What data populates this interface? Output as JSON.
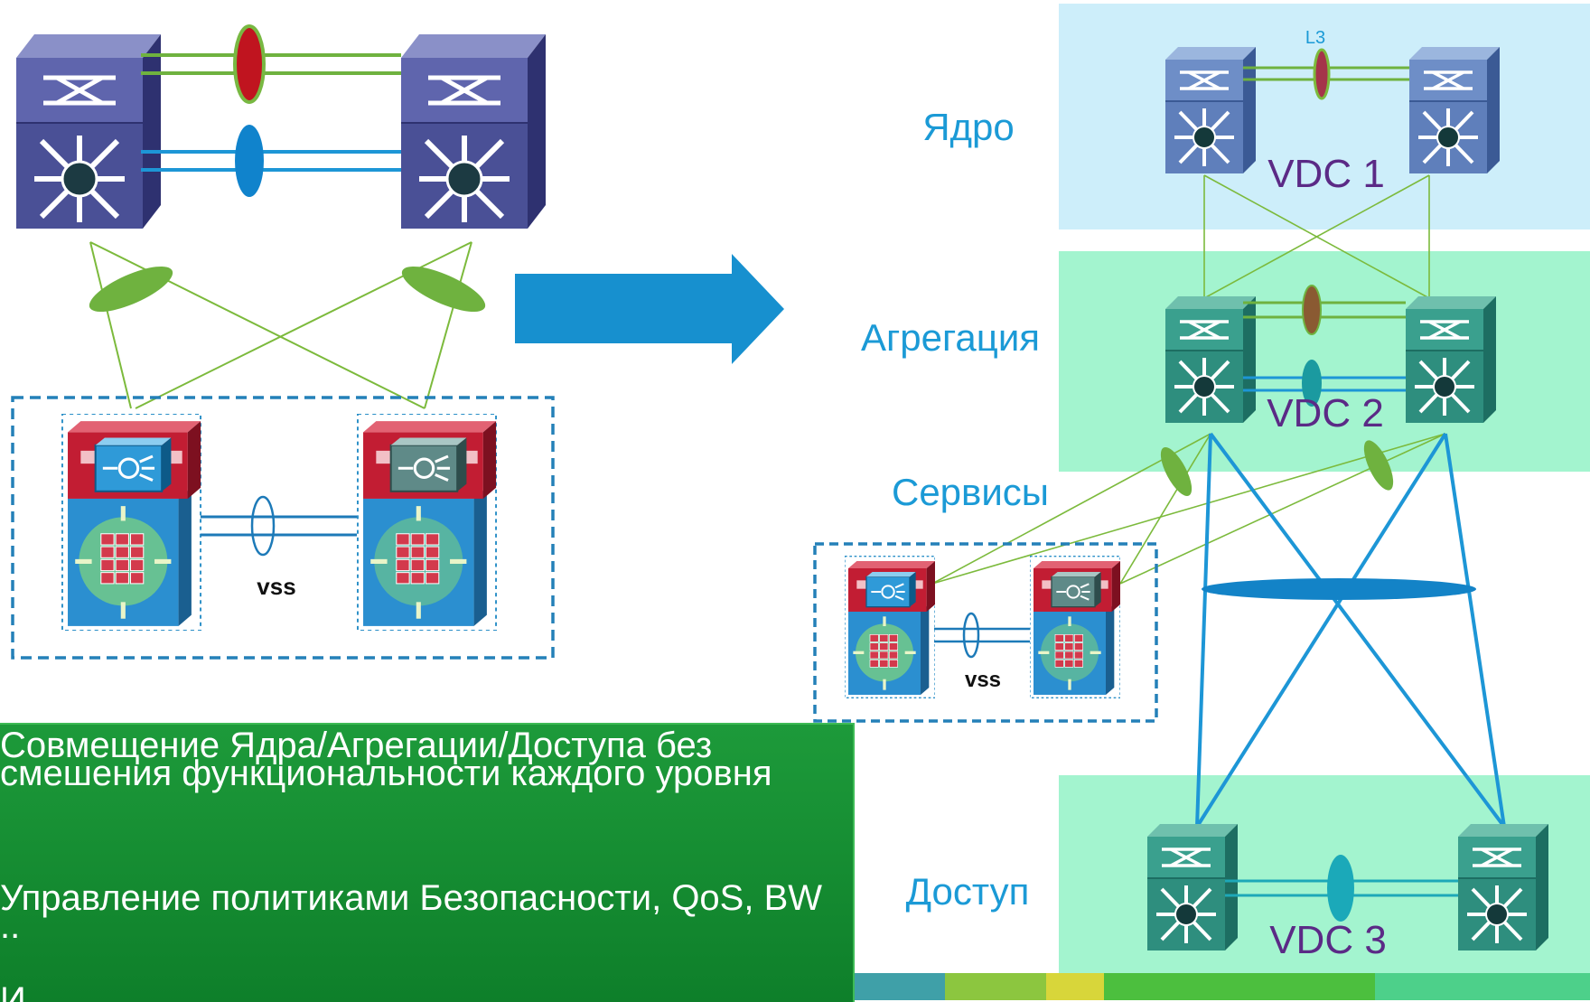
{
  "left_diagram": {
    "vss_label": "vss"
  },
  "right_diagram": {
    "layers": [
      {
        "id": "core",
        "label": "Ядро",
        "vdc": "VDC 1",
        "link_tag": "L3"
      },
      {
        "id": "aggregation",
        "label": "Агрегация",
        "vdc": "VDC 2"
      },
      {
        "id": "services",
        "label": "Сервисы"
      },
      {
        "id": "access",
        "label": "Доступ",
        "vdc": "VDC 3"
      }
    ],
    "vss_label": "vss"
  },
  "benefits": [
    "Совмещение Ядра/Агрегации/Доступа без смешения функциональности каждого уровня",
    "Управление политиками Безопасности, QoS, BW ..",
    "И"
  ],
  "colors": {
    "core_band": "#cdeefa",
    "aggregation_band": "#a3f4cf",
    "access_band": "#a3f4cf",
    "label_blue": "#1b9ad6",
    "vdc_purple": "#5b2a86",
    "arrow": "#1790cf",
    "benefit_bg": "#1a9337"
  }
}
